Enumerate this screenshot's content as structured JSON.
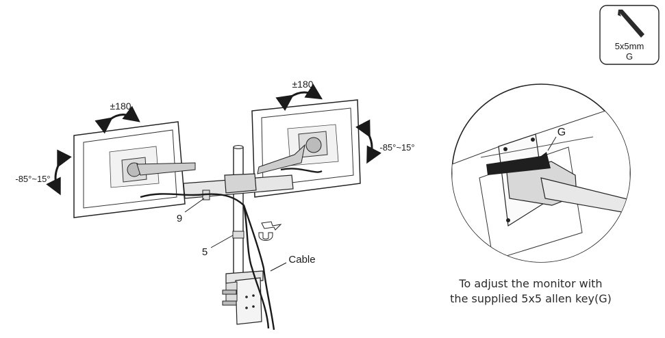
{
  "tool_box": {
    "line1": "5x5mm",
    "line2": "G"
  },
  "left_monitor": {
    "rotation": "±180",
    "tilt": "-85°~15°"
  },
  "right_monitor": {
    "rotation": "±180",
    "tilt": "-85°~15°"
  },
  "callouts": {
    "arm_clip": "9",
    "pole_clip": "5",
    "cable": "Cable",
    "detail_key": "G"
  },
  "caption": {
    "line1": "To adjust the monitor with",
    "line2": "the supplied 5x5 allen key(G)"
  }
}
